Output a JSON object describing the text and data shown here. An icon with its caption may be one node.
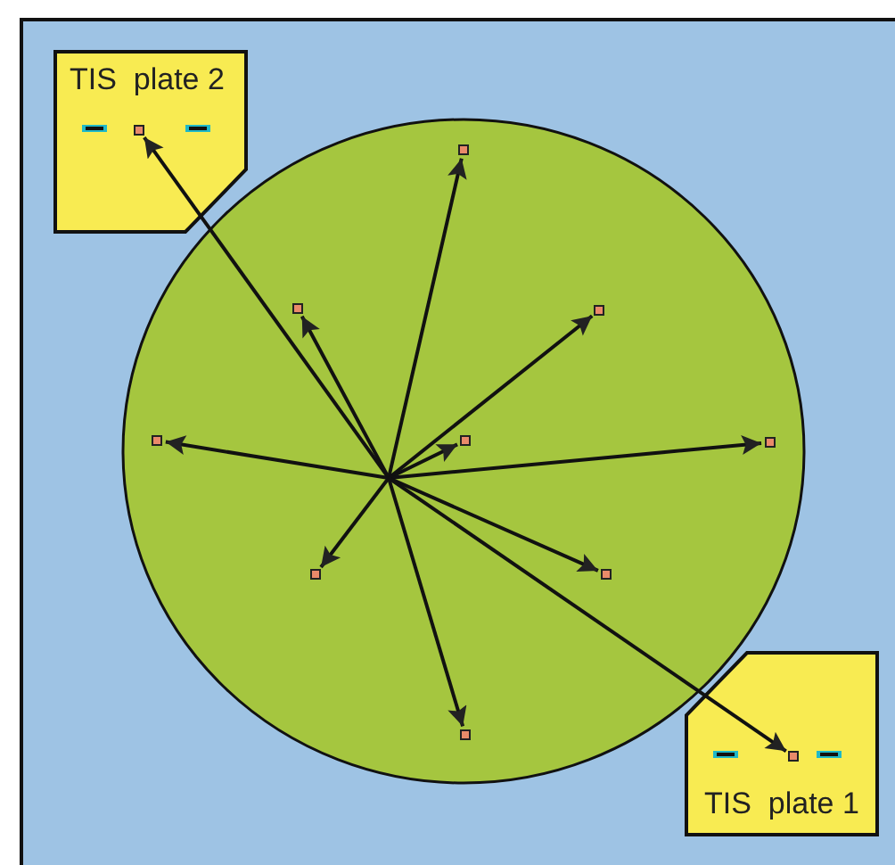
{
  "diagram": {
    "nodes": [
      {
        "text": [
          "TIS  plate 2"
        ]
      },
      {
        "text": [],
        "shape": "circle"
      },
      {
        "text": [
          "TIS  plate 1"
        ]
      },
      {
        "text": [],
        "shape": "box",
        "in": 0
      },
      {
        "text": [],
        "shape": "box",
        "in": 1
      },
      {
        "text": [],
        "shape": "box",
        "in": 1
      },
      {
        "text": [],
        "shape": "box",
        "in": 1
      },
      {
        "text": [],
        "shape": "box",
        "in": 1
      },
      {
        "text": [],
        "shape": "box",
        "in": 1
      },
      {
        "text": [],
        "shape": "box",
        "in": 1
      },
      {
        "text": [],
        "shape": "box",
        "in": 1
      },
      {
        "text": [],
        "shape": "box",
        "in": 1
      },
      {
        "text": [],
        "shape": "box",
        "in": 1
      },
      {
        "text": [],
        "shape": "box",
        "in": 2
      }
    ],
    "edges": [
      {
        "from": null,
        "to": 3,
        "arrow": "to"
      },
      {
        "from": null,
        "to": 4,
        "arrow": "to"
      },
      {
        "from": null,
        "to": 5,
        "arrow": "to"
      },
      {
        "from": null,
        "to": 6,
        "arrow": "to"
      },
      {
        "from": null,
        "to": 7,
        "arrow": "to"
      },
      {
        "from": null,
        "to": 8,
        "arrow": "to"
      },
      {
        "from": null,
        "to": 9,
        "arrow": "to"
      },
      {
        "from": null,
        "to": 10,
        "arrow": "to"
      },
      {
        "from": null,
        "to": 11,
        "arrow": "to"
      },
      {
        "from": null,
        "to": 12,
        "arrow": "to"
      },
      {
        "from": null,
        "to": 13,
        "arrow": "to"
      }
    ]
  }
}
